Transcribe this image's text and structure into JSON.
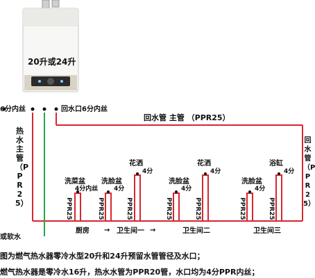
{
  "heater": {
    "capacity_label": "20升或24升"
  },
  "top_labels": {
    "hot_outlet": "6分内丝",
    "return_inlet": "回水口6分内丝"
  },
  "mains": {
    "return_main": "回水管 主管 （PPR25）",
    "hot_main_vertical": "热水主管（PPR25）",
    "right_main_vertical": "回水管（PPR25）"
  },
  "cold_inlet": "或软水",
  "fixtures": [
    {
      "name": "洗菜盆",
      "size": "4分内丝",
      "pipe": "PPR25",
      "room": "厨房"
    },
    {
      "name": "洗脸盆",
      "size": "4分",
      "pipe": "PPR25",
      "room": "卫生间一"
    },
    {
      "name": "花洒",
      "size": "4分",
      "pipe": "PPR25",
      "room": ""
    },
    {
      "name": "洗脸盆",
      "size": "4分",
      "pipe": "PPR25",
      "room": "卫生间二"
    },
    {
      "name": "花洒",
      "size": "4分",
      "pipe": "PPR25",
      "room": ""
    },
    {
      "name": "洗脸盆",
      "size": "4分",
      "pipe": "PPR25",
      "room": "卫生间三"
    },
    {
      "name": "浴缸",
      "size": "4分",
      "pipe": "PPR25",
      "room": ""
    }
  ],
  "arrow_glyph": "→",
  "notes": [
    "图为燃气热水器零冷水型20升和24升预留水管管径及水口；",
    "燃气热水器是零冷水16升，热水水管为PPR20管，水口均为4分PPR内丝；"
  ],
  "colors": {
    "hot_pipe": "#d7262e",
    "cold_pipe": "#2aa24b",
    "text": "#111111"
  }
}
